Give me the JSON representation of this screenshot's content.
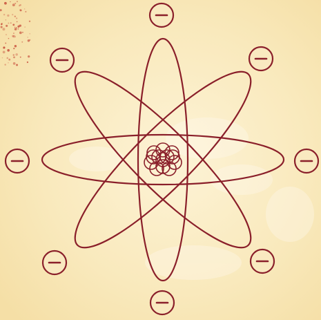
{
  "colors": {
    "background": "#f8e6b4",
    "background_light": "#fdf3d6",
    "line": "#8a1f2a",
    "speckle": "#c0392b"
  },
  "diagram": {
    "type": "atom-model",
    "orbit_count": 4,
    "nucleus_particle_count": 13,
    "electron_count": 8,
    "electron_symbol": "−"
  }
}
